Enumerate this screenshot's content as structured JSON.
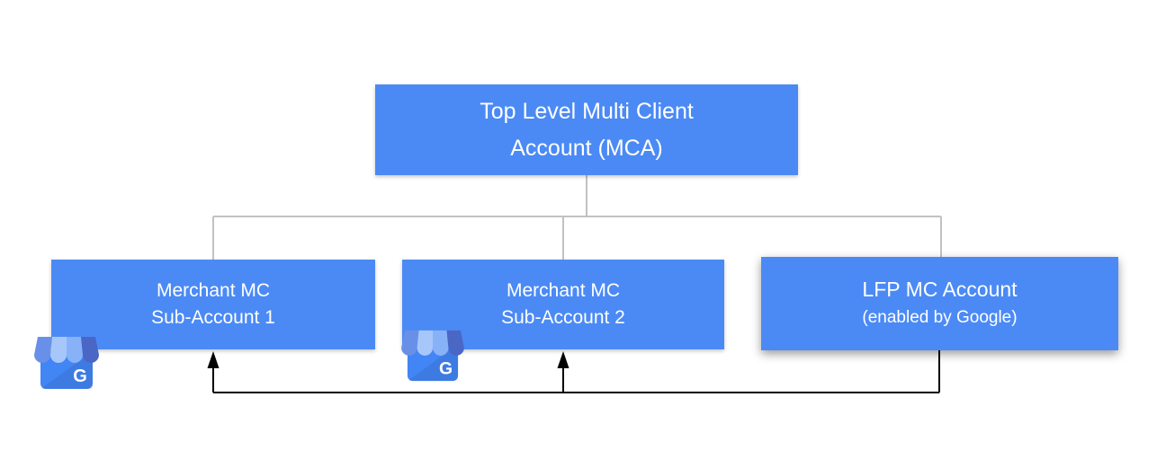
{
  "canvas": {
    "background": "#ffffff"
  },
  "colors": {
    "node_fill": "#4b8af5",
    "node_text": "#ffffff",
    "connector": "#c2c2c2",
    "arrow": "#000000",
    "icon_body": "#4285f4",
    "icon_fold_shade": "#3b76e0",
    "icon_awning": [
      "#6990e8",
      "#a7c6fa",
      "#88b2f8",
      "#4a67c6"
    ],
    "icon_letter_color": "#ffffff"
  },
  "nodes": {
    "mca": {
      "line1": "Top Level Multi Client",
      "line2": "Account (MCA)"
    },
    "sub1": {
      "line1": "Merchant MC",
      "line2": "Sub-Account 1"
    },
    "sub2": {
      "line1": "Merchant MC",
      "line2": "Sub-Account 2"
    },
    "lfp": {
      "line1": "LFP MC Account",
      "line2": "(enabled by Google)"
    }
  },
  "icons": {
    "business_profile": {
      "semantic": "google-business-profile-storefront-icon",
      "letter": "G"
    }
  }
}
